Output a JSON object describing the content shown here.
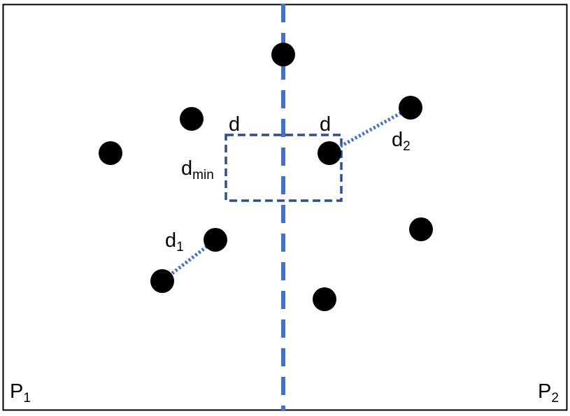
{
  "diagram": {
    "labels": {
      "p1": "P",
      "p1_sub": "1",
      "p2": "P",
      "p2_sub": "2",
      "d_left": "d",
      "d_right": "d",
      "dmin": "d",
      "dmin_sub": "min",
      "d1": "d",
      "d1_sub": "1",
      "d2": "d",
      "d2_sub": "2"
    },
    "colors": {
      "border": "#000000",
      "point": "#000000",
      "divider": "#4472c4",
      "strip_box": "#2f4f8f",
      "distance_line": "#4472c4"
    }
  }
}
